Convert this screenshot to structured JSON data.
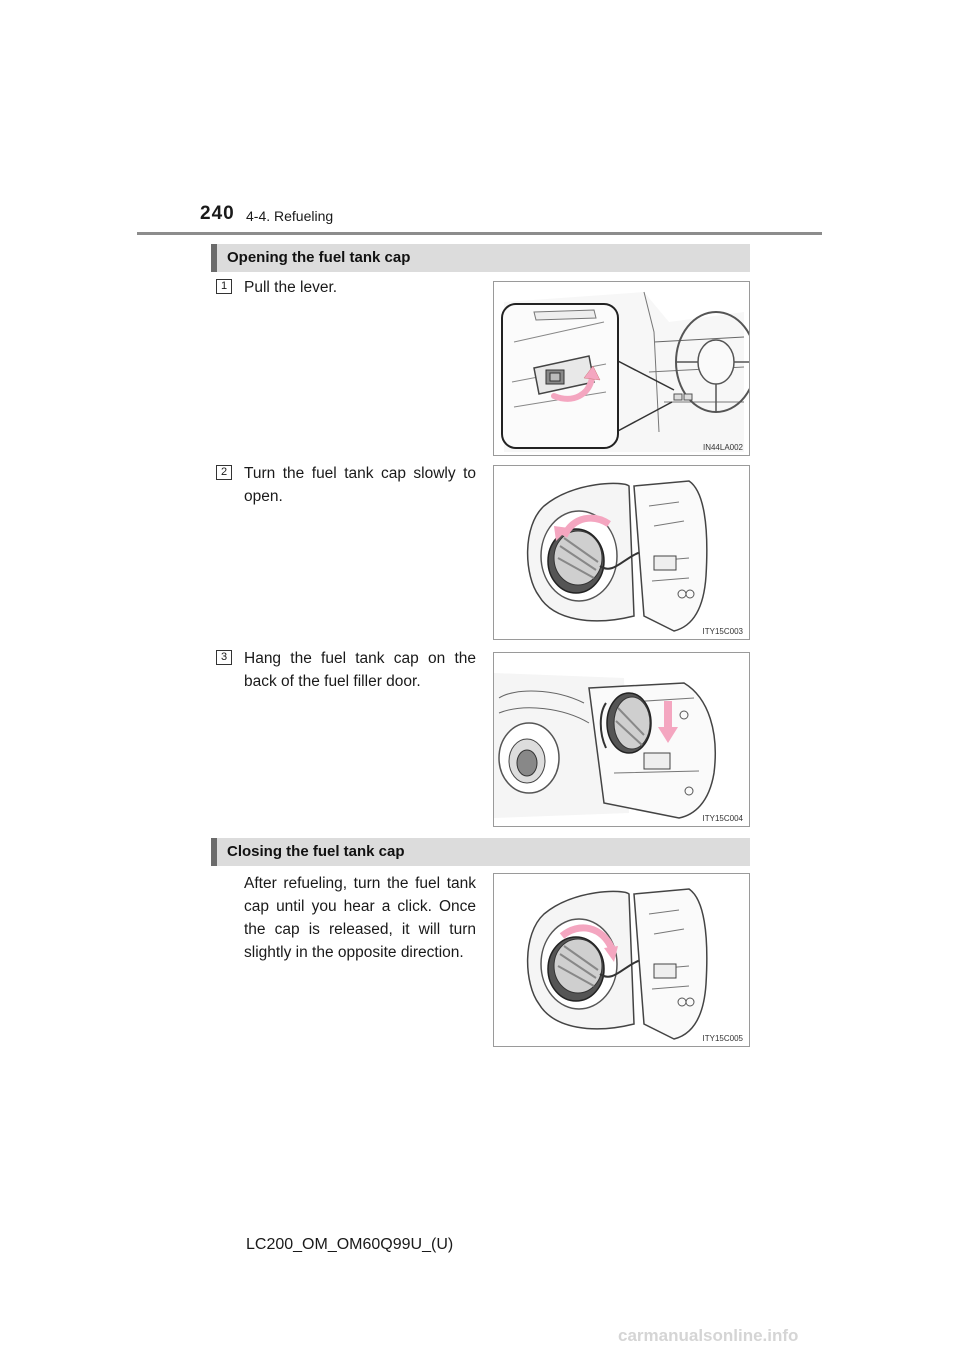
{
  "header": {
    "page_number": "240",
    "section": "4-4. Refueling"
  },
  "sections": [
    {
      "title": "Opening the fuel tank cap"
    },
    {
      "title": "Closing the fuel tank cap"
    }
  ],
  "steps": [
    {
      "number": "1",
      "text": "Pull the lever.",
      "figure_code": "IN44LA002",
      "figure_icon": "fuel-door-lever-illustration"
    },
    {
      "number": "2",
      "text": "Turn the fuel tank cap slowly to open.",
      "figure_code": "ITY15C003",
      "figure_icon": "fuel-cap-open-illustration"
    },
    {
      "number": "3",
      "text": "Hang the fuel tank cap on the back of the fuel filler door.",
      "figure_code": "ITY15C004",
      "figure_icon": "fuel-cap-hang-illustration"
    }
  ],
  "closing": {
    "text": "After refueling, turn the fuel tank cap until you hear a click. Once the cap is released, it will turn slightly in the opposite direction.",
    "figure_code": "ITY15C005",
    "figure_icon": "fuel-cap-close-illustration"
  },
  "footer": {
    "manual_code": "LC200_OM_OM60Q99U_(U)",
    "watermark": "carmanualsonline.info"
  },
  "colors": {
    "arrow_pink": "#f4a6c0",
    "section_bar": "#dcdcdc",
    "section_accent": "#6b6b6b"
  }
}
